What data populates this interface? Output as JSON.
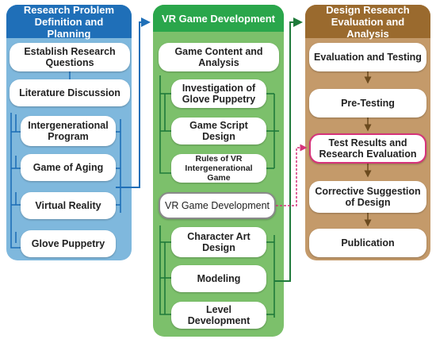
{
  "columns": [
    {
      "title": "Research Problem Definition and Planning",
      "head_color": "#1f6fb8",
      "body_color": "#7fb8dd",
      "items": [
        "Establish Research Questions",
        "Literature Discussion",
        "Intergenerational Program",
        "Game of Aging",
        "Virtual Reality",
        "Glove Puppetry"
      ]
    },
    {
      "title": "VR Game Development",
      "head_color": "#2aa64b",
      "body_color": "#7cc06b",
      "items": [
        "Game Content and Analysis",
        "Investigation of Glove Puppetry",
        "Game Script Design",
        "Rules of VR Intergenerational Game",
        "VR Game Development",
        "Character Art Design",
        "Modeling",
        "Level Development"
      ]
    },
    {
      "title": "Design Research Evaluation and Analysis",
      "head_color": "#9a6a2e",
      "body_color": "#c49a6a",
      "items": [
        "Evaluation and Testing",
        "Pre-Testing",
        "Test Results and Research Evaluation",
        "Corrective Suggestion of Design",
        "Publication"
      ]
    }
  ],
  "colors": {
    "blue_line": "#1f6fb8",
    "green_line": "#1f7a3a",
    "brown_line": "#6b4a1e",
    "highlight_border": "#d6337a",
    "grey_border": "#8a8a8a"
  }
}
